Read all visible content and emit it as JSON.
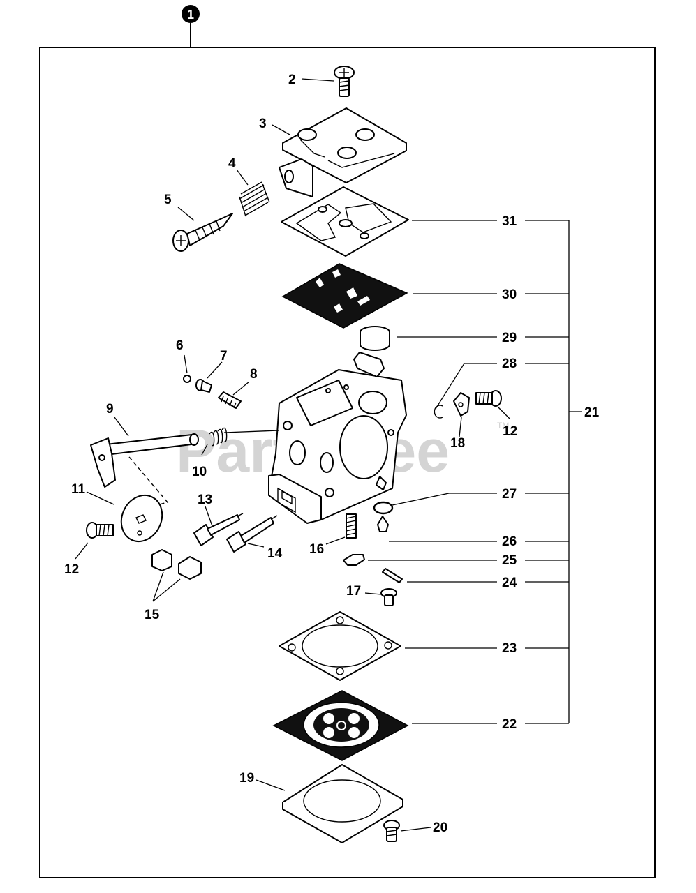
{
  "assembly_number": "1",
  "watermark": "PartsTree",
  "watermark_tm": "TM",
  "part_labels": {
    "p2": "2",
    "p3": "3",
    "p4": "4",
    "p5": "5",
    "p6": "6",
    "p7": "7",
    "p8": "8",
    "p9": "9",
    "p10": "10",
    "p11": "11",
    "p12a": "12",
    "p12b": "12",
    "p13": "13",
    "p14": "14",
    "p15": "15",
    "p16": "16",
    "p17": "17",
    "p18": "18",
    "p19": "19",
    "p20": "20",
    "p21": "21",
    "p22": "22",
    "p23": "23",
    "p24": "24",
    "p25": "25",
    "p26": "26",
    "p27": "27",
    "p28": "28",
    "p29": "29",
    "p30": "30",
    "p31": "31"
  }
}
